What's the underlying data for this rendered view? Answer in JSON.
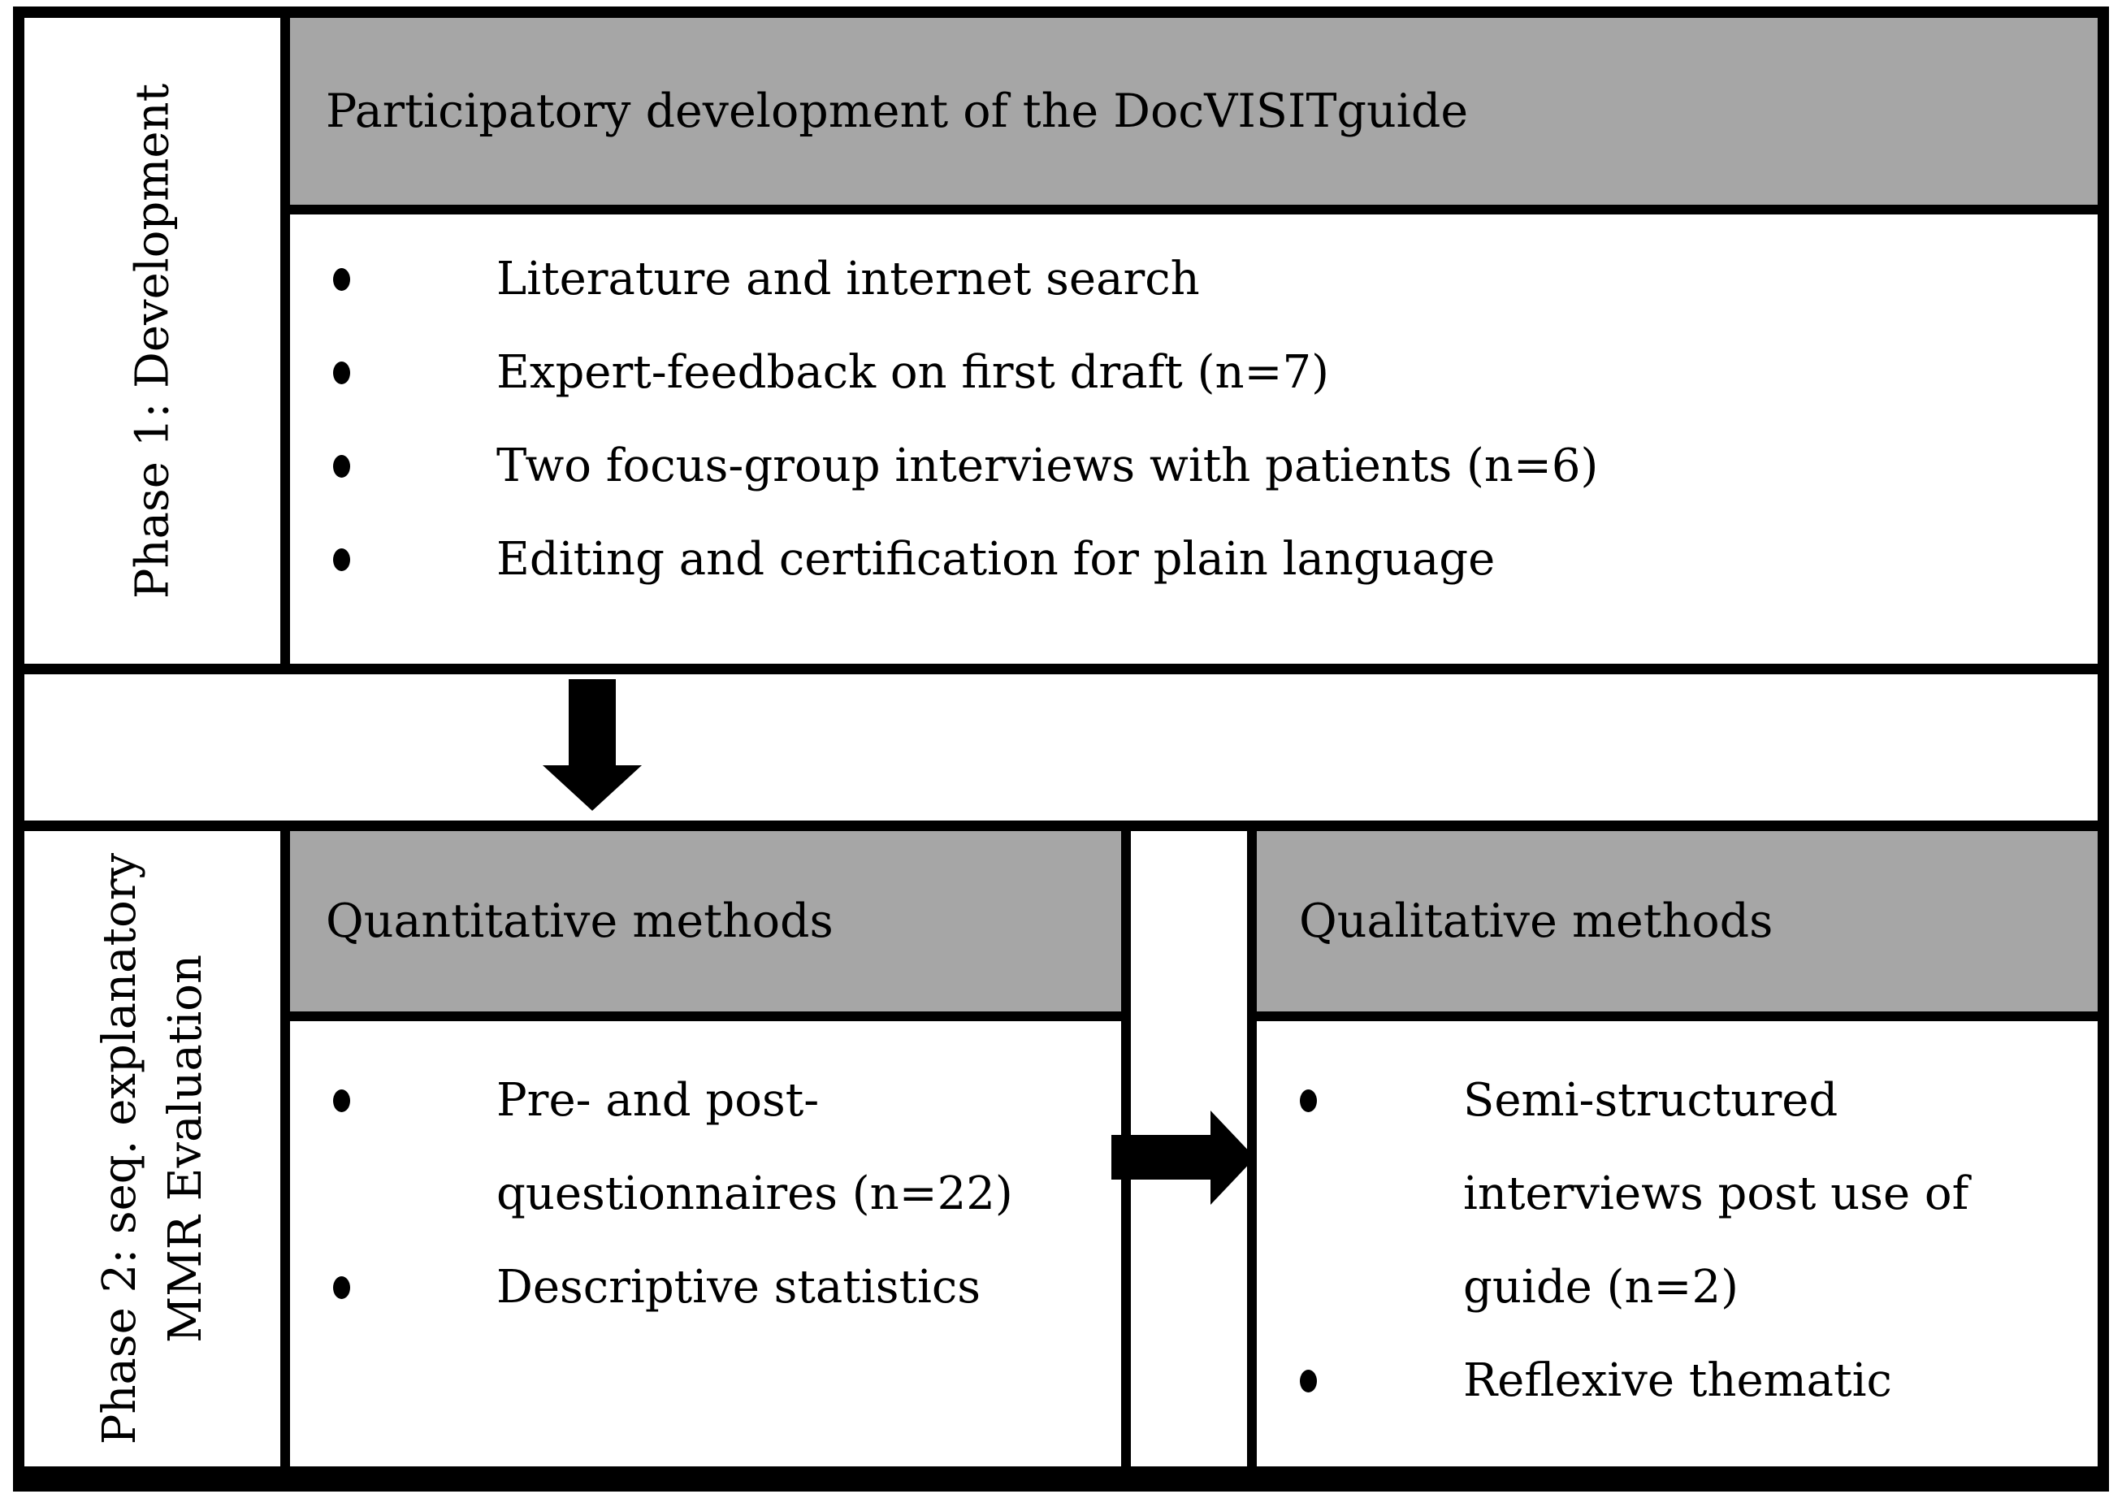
{
  "figure": {
    "phase1": {
      "sidebar_label": "Phase 1: Development",
      "header": "Participatory development of the DocVISITguide",
      "bullets": [
        {
          "lines": [
            "Literature and internet search"
          ]
        },
        {
          "lines": [
            "Expert-feedback on first draft (n=7)"
          ]
        },
        {
          "lines": [
            "Two focus-group interviews with patients (n=6)"
          ]
        },
        {
          "lines": [
            "Editing and certification for plain language"
          ]
        }
      ]
    },
    "phase2": {
      "sidebar_label_lines": [
        "Phase 2: seq. explanatory",
        "MMR Evaluation"
      ],
      "quantitative": {
        "header": "Quantitative methods",
        "bullets": [
          {
            "lines": [
              "Pre- and post-",
              "questionnaires (n=22)"
            ]
          },
          {
            "lines": [
              "Descriptive statistics"
            ]
          }
        ]
      },
      "qualitative": {
        "header": "Qualitative methods",
        "bullets": [
          {
            "lines": [
              "Semi-structured",
              "interviews post use of",
              "guide (n=2)"
            ]
          },
          {
            "lines": [
              "Reflexive thematic"
            ]
          }
        ]
      }
    },
    "icons": {
      "down_arrow": "down-arrow-icon",
      "right_arrow": "right-arrow-icon"
    },
    "colors": {
      "header_bg": "#a6a6a6",
      "border": "#000000",
      "background": "#ffffff"
    }
  }
}
